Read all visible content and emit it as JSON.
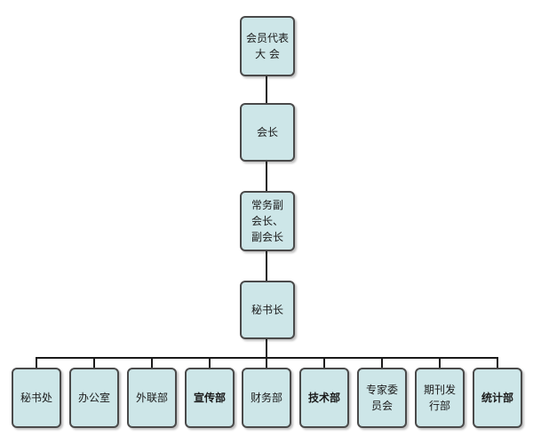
{
  "chain": [
    {
      "label": "会员代表\n大 会"
    },
    {
      "label": "会长"
    },
    {
      "label": "常务副\n会长、\n副会长"
    },
    {
      "label": "秘书长"
    }
  ],
  "departments": [
    {
      "label": "秘书处"
    },
    {
      "label": "办公室"
    },
    {
      "label": "外联部"
    },
    {
      "label": "宣传部"
    },
    {
      "label": "财务部"
    },
    {
      "label": "技术部"
    },
    {
      "label": "专家委\n员会"
    },
    {
      "label": "期刊发\n行部"
    },
    {
      "label": "统计部"
    }
  ],
  "colors": {
    "node_fill": "#cde6e8",
    "node_border": "#4a4a4a",
    "connector": "#1a1a1a"
  }
}
